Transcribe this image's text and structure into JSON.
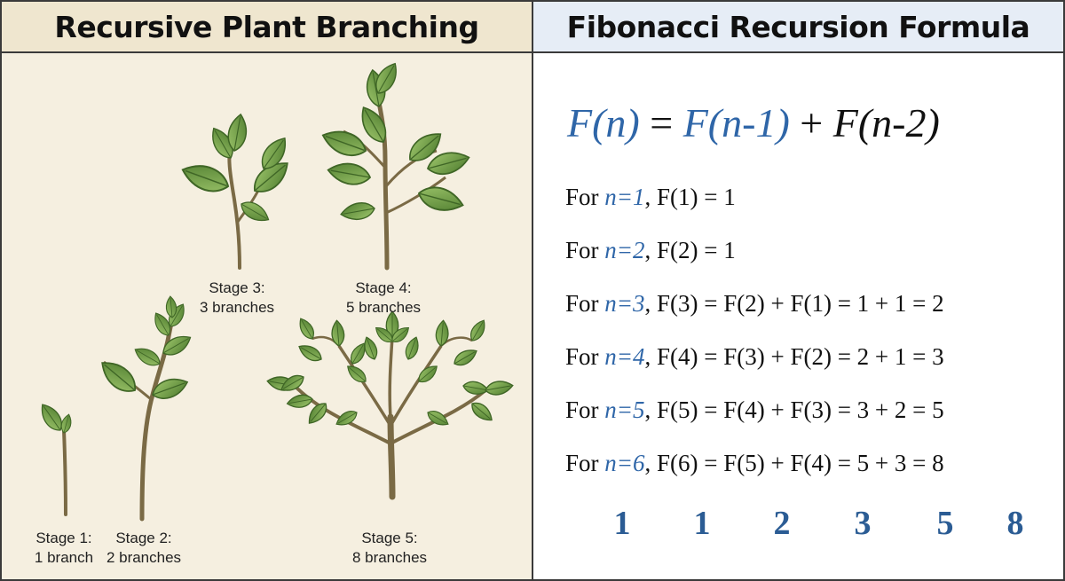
{
  "left_panel": {
    "title": "Recursive Plant Branching",
    "stages": [
      {
        "stage": "Stage 1:",
        "branches": "1 branch"
      },
      {
        "stage": "Stage 2:",
        "branches": "2 branches"
      },
      {
        "stage": "Stage 3:",
        "branches": "3 branches"
      },
      {
        "stage": "Stage 4:",
        "branches": "5 branches"
      },
      {
        "stage": "Stage 5:",
        "branches": "8 branches"
      }
    ]
  },
  "right_panel": {
    "title": "Fibonacci Recursion Formula",
    "formula": {
      "lhs": "F(n)",
      "eq": "=",
      "term1": "F(n-1)",
      "plus": "+",
      "term2": "F(n-2)"
    },
    "rows": [
      {
        "prefix": "For ",
        "n": "n=1",
        "expr": ", F(1) = 1"
      },
      {
        "prefix": "For ",
        "n": "n=2",
        "expr": ", F(2) = 1"
      },
      {
        "prefix": "For ",
        "n": "n=3",
        "expr": ", F(3) = F(2) + F(1) = 1 + 1 = 2"
      },
      {
        "prefix": "For ",
        "n": "n=4",
        "expr": ", F(4) = F(3) + F(2) = 2 + 1 = 3"
      },
      {
        "prefix": "For ",
        "n": "n=5",
        "expr": ", F(5) = F(4) + F(3) = 3 + 2 = 5"
      },
      {
        "prefix": "For ",
        "n": "n=6",
        "expr": ", F(6) = F(5) + F(4) = 5 + 3 = 8"
      }
    ],
    "sequence": [
      "1",
      "1",
      "2",
      "3",
      "5",
      "8"
    ]
  },
  "colors": {
    "accent_blue": "#2f66a8",
    "sequence_blue": "#2b5c94",
    "leaf_green": "#6f9a45",
    "stem_brown": "#7a6a45",
    "left_bg": "#f5efe0"
  },
  "icons": [
    "plant-stage-1-icon",
    "plant-stage-2-icon",
    "plant-stage-3-icon",
    "plant-stage-4-icon",
    "plant-stage-5-icon"
  ]
}
